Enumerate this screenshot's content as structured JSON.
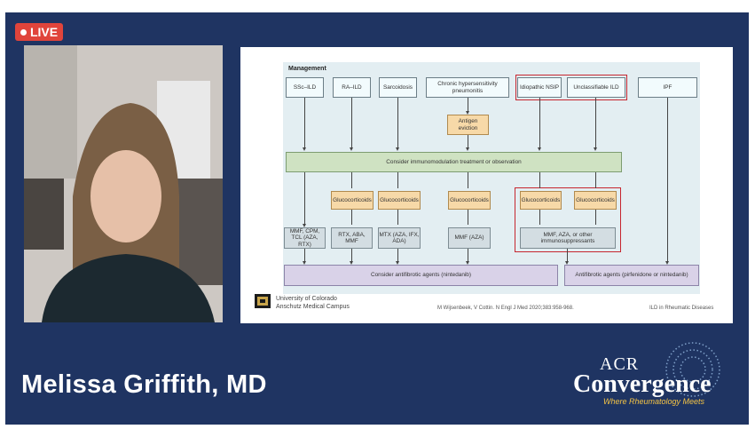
{
  "live_badge": "LIVE",
  "speaker_name": "Melissa Griffith, MD",
  "slide": {
    "section_title": "Management",
    "top_boxes": [
      "SSc–ILD",
      "RA–ILD",
      "Sarcoidosis",
      "Chronic hypersensitivity pneumonitis",
      "Idiopathic NSIP",
      "Unclassifiable ILD",
      "IPF"
    ],
    "antigen_box": "Antigen eviction",
    "immuno_box": "Consider immunomodulation treatment or observation",
    "gluco_label": "Glucocorticoids",
    "drug_boxes": [
      "MMF, CPM, TCL (AZA, RTX)",
      "RTX, ABA, MMF",
      "MTX (AZA, IFX, ADA)",
      "MMF (AZA)",
      "MMF, AZA, or other immunosuppressants"
    ],
    "antifibrotic_left": "Consider antifibrotic agents (nintedanib)",
    "antifibrotic_right": "Antifibrotic agents (pirfenidone or nintedanib)",
    "university_line1": "University of Colorado",
    "university_line2": "Anschutz Medical Campus",
    "citation": "M Wijsenbeek, V Cottin. N Engl J Med 2020;383:958-968.",
    "footer_topic": "ILD in Rheumatic Diseases"
  },
  "logo": {
    "line1": "ACR",
    "line2": "Convergence",
    "tagline": "Where Rheumatology Meets"
  },
  "colors": {
    "stage_bg": "#1f3462",
    "live_red": "#e0443b",
    "highlight_red": "#c6262f",
    "tagline_gold": "#f5c445"
  }
}
